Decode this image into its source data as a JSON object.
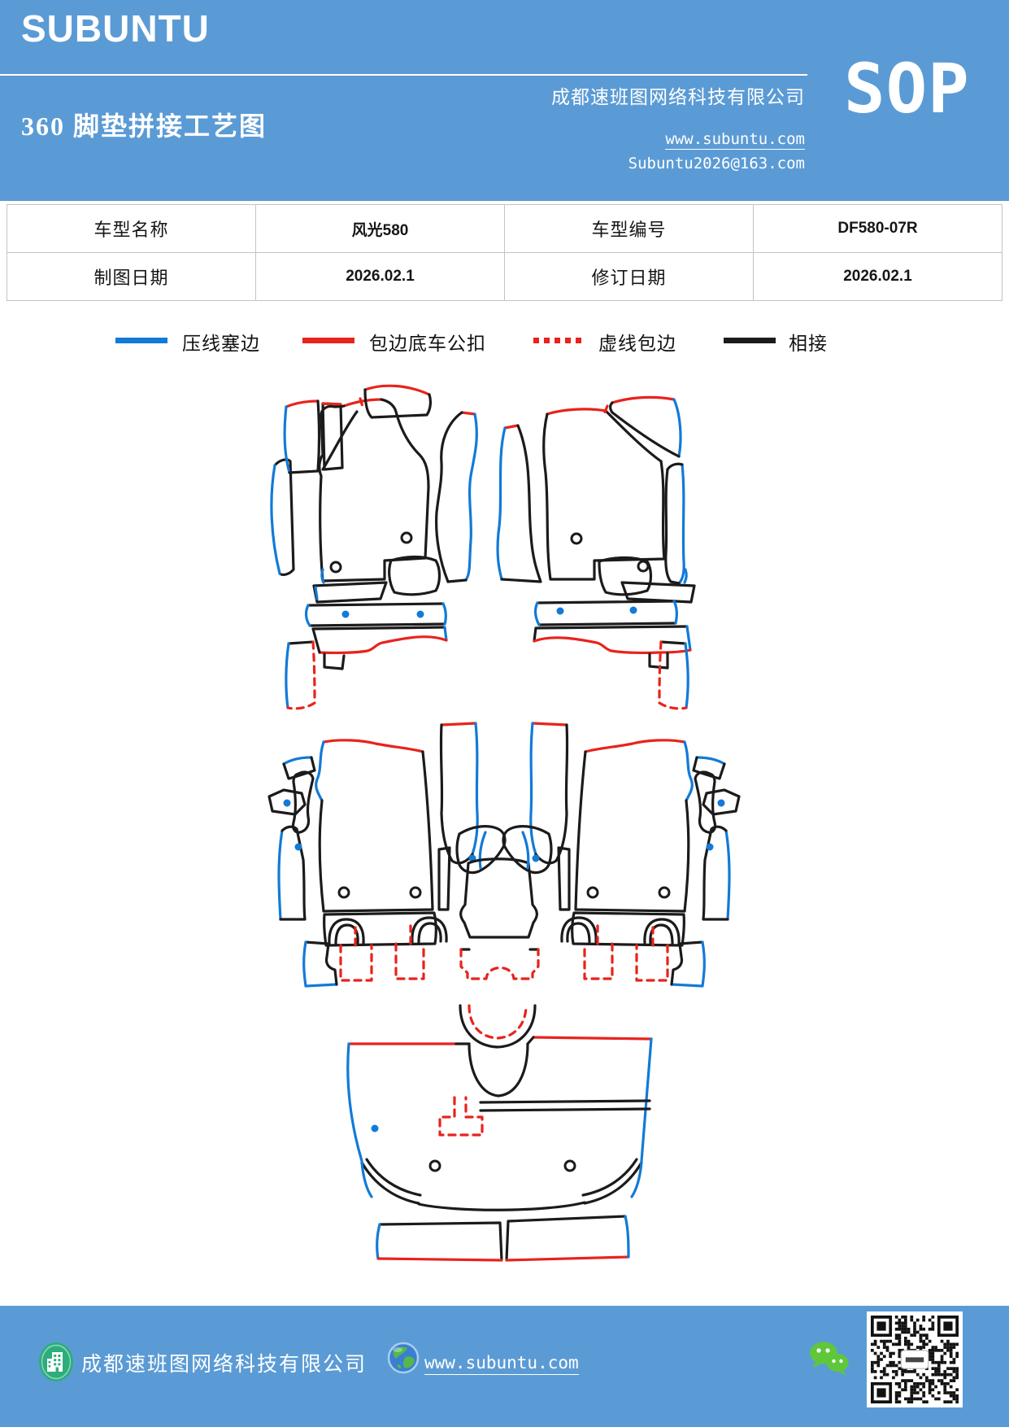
{
  "page": {
    "accent_blue": "#5b9bd5",
    "paper": "#ffffff"
  },
  "header": {
    "brand": "SUBUNTU",
    "title": "360 脚垫拼接工艺图",
    "company": "成都速班图网络科技有限公司",
    "website": "www.subuntu.com",
    "email": "Subuntu2026@163.com",
    "badge": "SOP"
  },
  "info_table": {
    "rows": [
      [
        "车型名称",
        "风光580",
        "车型编号",
        "DF580-07R"
      ],
      [
        "制图日期",
        "2026.02.1",
        "修订日期",
        "2026.02.1"
      ]
    ]
  },
  "legend": {
    "items": [
      {
        "label": "压线塞边",
        "color": "#127ad7",
        "style": "solid"
      },
      {
        "label": "包边底车公扣",
        "color": "#e8231c",
        "style": "solid"
      },
      {
        "label": "虚线包边",
        "color": "#e8231c",
        "style": "dotted"
      },
      {
        "label": "相接",
        "color": "#1b1b1b",
        "style": "solid"
      }
    ]
  },
  "diagram": {
    "stroke_black": "#1b1b1b",
    "stroke_blue": "#127ad7",
    "stroke_red": "#e8231c"
  },
  "footer": {
    "company": "成都速班图网络科技有限公司",
    "website": "www.subuntu.com"
  }
}
